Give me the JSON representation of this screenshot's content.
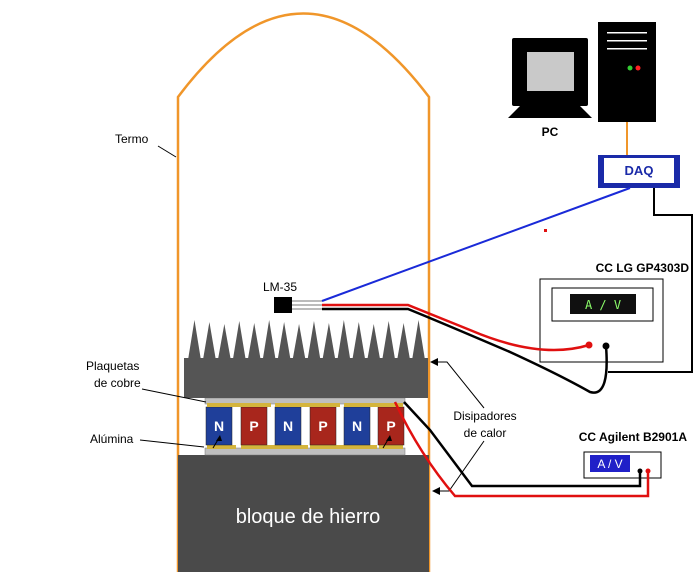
{
  "labels": {
    "termo": "Termo",
    "pc": "PC",
    "daq": "DAQ",
    "lm35": "LM-35",
    "plaquetas": [
      "Plaquetas",
      "de cobre"
    ],
    "alumina": "Alúmina",
    "disipadores": [
      "Disipadores",
      "de calor"
    ],
    "bloque": "bloque de hierro",
    "cc_lg": "CC LG GP4303D",
    "cc_agilent": "CC Agilent B2901A",
    "display_lg": "A / V",
    "display_agilent": "A / V"
  },
  "peltier_legs": [
    "N",
    "P",
    "N",
    "P",
    "N",
    "P"
  ],
  "colors": {
    "thermos": "#f0962a",
    "n_leg": "#1f3f9a",
    "p_leg": "#a8261c",
    "daq_blue": "#1a2aa8",
    "wire_blue": "#1a2ad8",
    "wire_red": "#e01010",
    "wire_black": "#000000",
    "iron_block": "#4a4a4a",
    "heatsink": "#555555",
    "lcd_bg": "#101010",
    "lcd_text": "#8cff6a",
    "agilent_display": "#2020c8",
    "led_green": "#33cc33",
    "led_red": "#ff2020"
  }
}
